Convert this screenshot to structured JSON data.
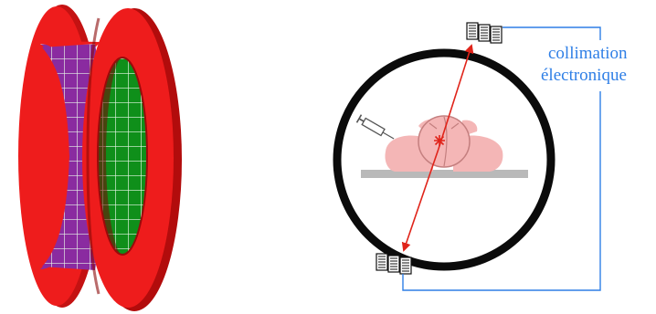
{
  "annotation": {
    "line1": "collimation",
    "line2": "électronique"
  },
  "colors": {
    "ring_red": "#ee1c1c",
    "ring_red_dark": "#b20c0c",
    "crystal_purple": "#8a2ba0",
    "crystal_green": "#0f8f1a",
    "detector_ring": "#0b0b0b",
    "annotation_blue": "#2f7fe6",
    "lor_red": "#e0241a",
    "patient_skin": "#f4b6b6",
    "table_gray": "#b9b9b9"
  },
  "icons": [
    "pet-scanner-3d",
    "detector-block-icon",
    "syringe-icon",
    "patient-icon",
    "annihilation-star-icon"
  ]
}
